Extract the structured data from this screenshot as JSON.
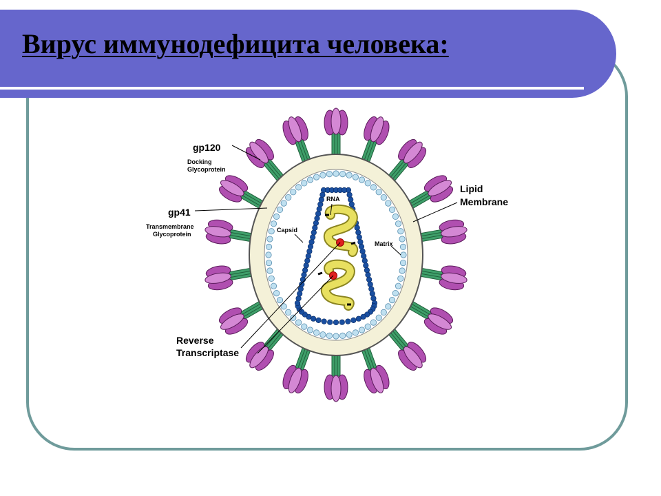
{
  "slide": {
    "title": "Вирус иммунодефицита человека:"
  },
  "diagram": {
    "labels": {
      "gp120": "gp120",
      "gp120_desc_1": "Docking",
      "gp120_desc_2": "Glycoprotein",
      "gp41": "gp41",
      "gp41_desc_1": "Transmembrane",
      "gp41_desc_2": "Glycoprotein",
      "lipid_1": "Lipid",
      "lipid_2": "Membrane",
      "rna": "RNA",
      "capsid": "Capsid",
      "matrix": "Matrix",
      "rt_1": "Reverse",
      "rt_2": "Transcriptase"
    },
    "colors": {
      "title_bar": "#6666cc",
      "frame": "#6f9b9b",
      "membrane_fill": "#f4f1d8",
      "glycoprotein": "#b04fb0",
      "stalk": "#3f9f6a",
      "capsid": "#1a4fa0",
      "matrix": "#bfe0f0",
      "rna": "#e8e060",
      "enzyme": "#e02020"
    }
  }
}
